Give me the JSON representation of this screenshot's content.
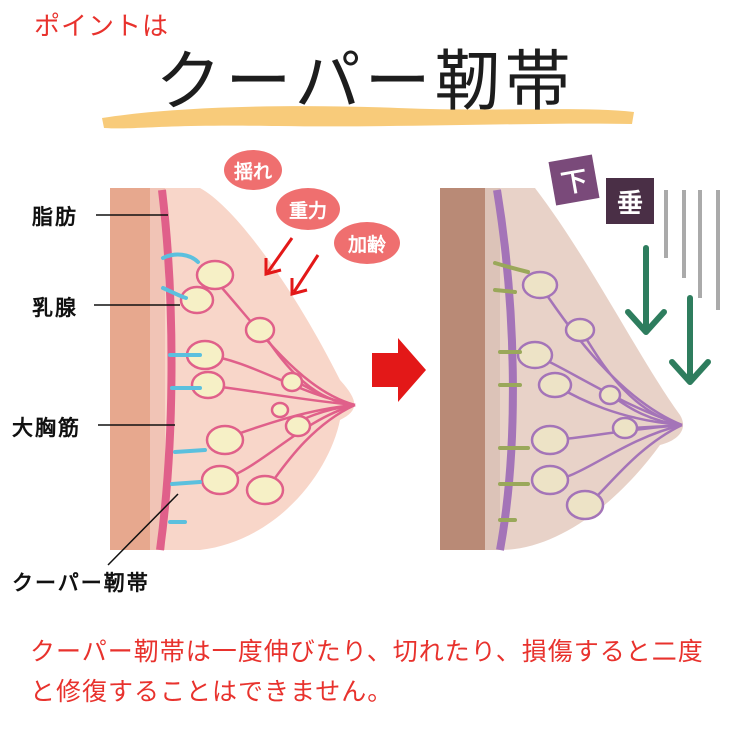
{
  "header": {
    "kicker": "ポイントは",
    "title": "クーパー靭帯"
  },
  "left_labels": {
    "fat": "脂肪",
    "mammary_gland": "乳腺",
    "pectoralis_major": "大胸筋",
    "cooper_ligament": "クーパー靭帯"
  },
  "causes": [
    "揺れ",
    "重力",
    "加齢"
  ],
  "right_tags": [
    "下",
    "垂"
  ],
  "caption": "クーパー靭帯は一度伸びたり、切れたり、損傷すると二度と修復することはできません。",
  "colors": {
    "accent_red": "#e8322d",
    "bubble": "#ef6f6f",
    "left_muscle_line": "#e0608a",
    "left_ligament": "#5bc0de",
    "right_muscle_line": "#a474b8",
    "right_ligament": "#9aa85a",
    "down_arrow": "#2e7d5e",
    "tag_purple": "#7a4a7a",
    "tag_dark": "#4a2f46"
  }
}
